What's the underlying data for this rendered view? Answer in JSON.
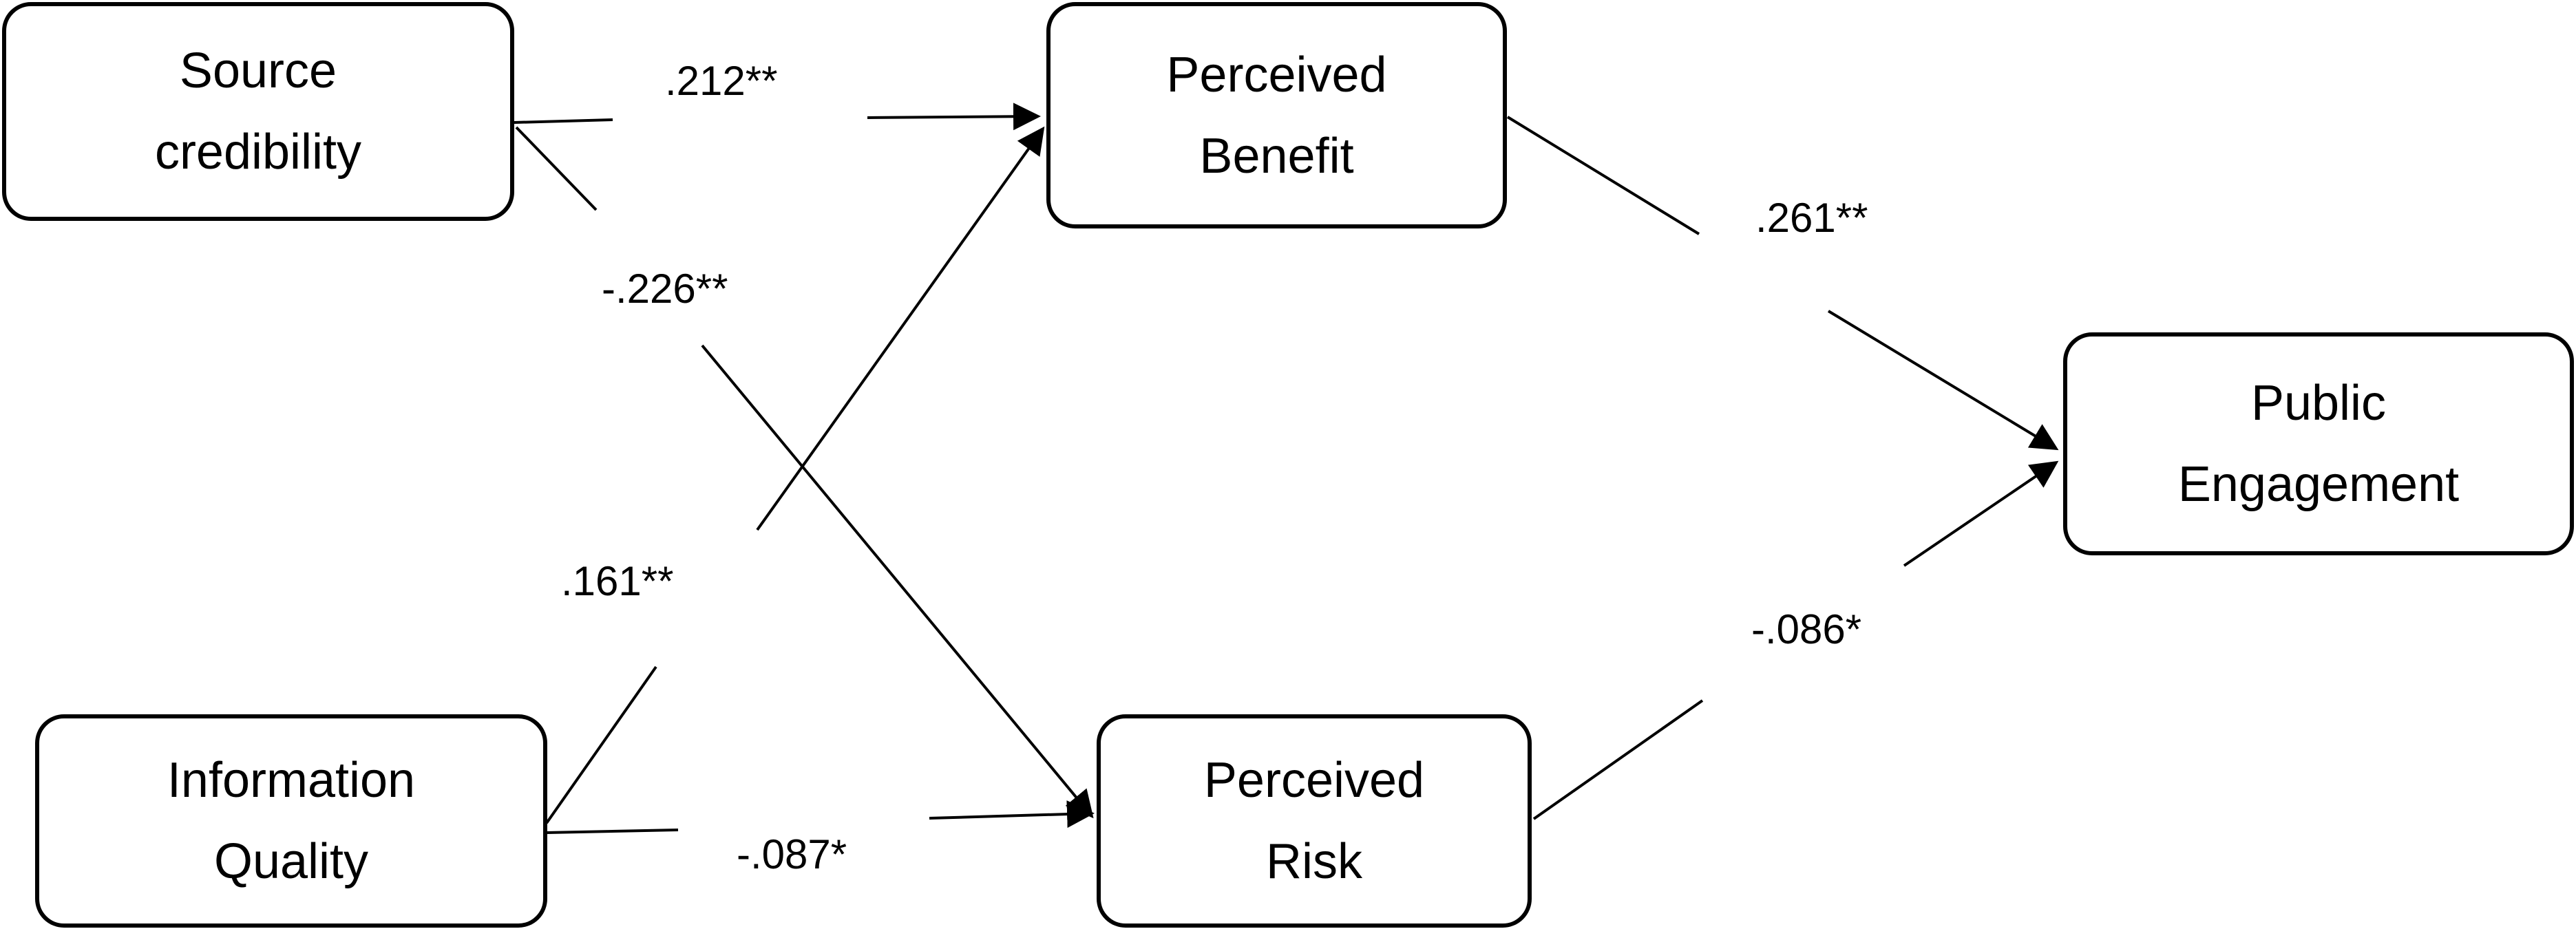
{
  "colors": {
    "line": "#000000",
    "box_border": "#000000",
    "background": "#ffffff"
  },
  "nodes": {
    "source_credibility": {
      "line1": "Source",
      "line2": "credibility"
    },
    "information_quality": {
      "line1": "Information",
      "line2": "Quality"
    },
    "perceived_benefit": {
      "line1": "Perceived",
      "line2": "Benefit"
    },
    "perceived_risk": {
      "line1": "Perceived",
      "line2": "Risk"
    },
    "public_engagement": {
      "line1": "Public",
      "line2": "Engagement"
    }
  },
  "paths": {
    "source_credibility_to_perceived_benefit": ".212**",
    "source_credibility_to_perceived_risk": "-.226**",
    "information_quality_to_perceived_benefit": ".161**",
    "information_quality_to_perceived_risk": "-.087*",
    "perceived_benefit_to_public_engagement": ".261**",
    "perceived_risk_to_public_engagement": "-.086*"
  }
}
